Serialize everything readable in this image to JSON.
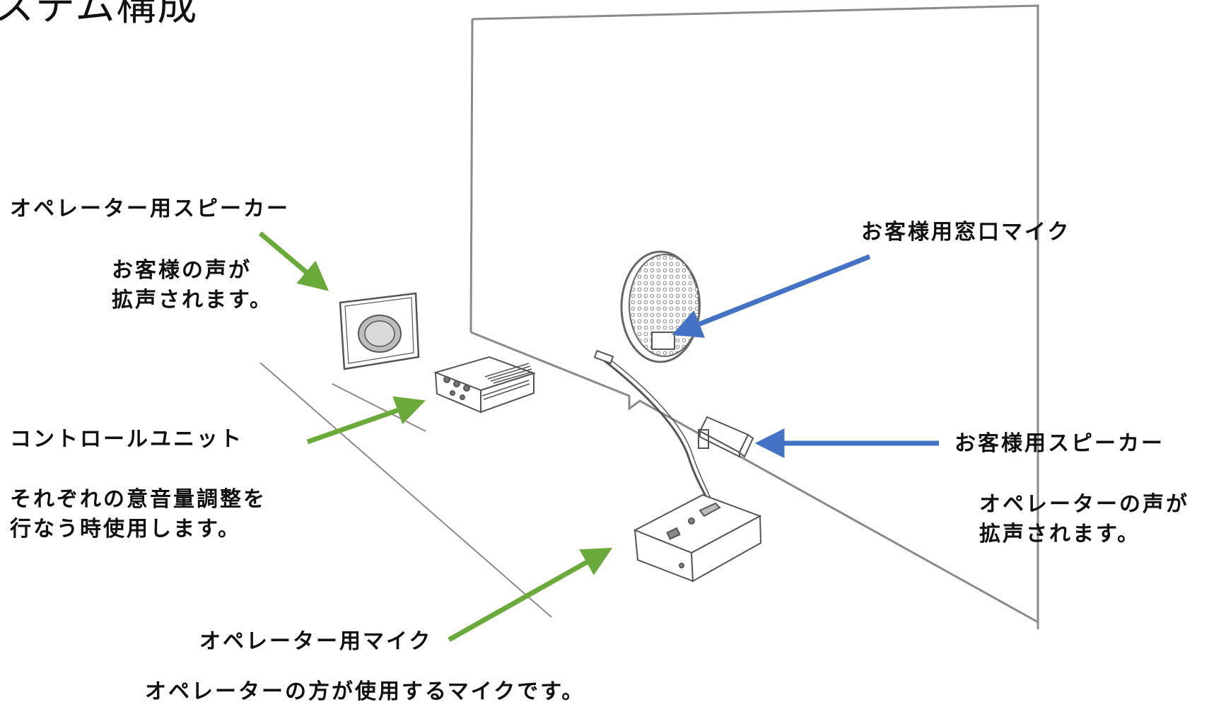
{
  "title": "ステム構成",
  "colors": {
    "operator_arrow": "#6aaa3a",
    "customer_arrow": "#4472c4",
    "line": "#8a8a8a",
    "text": "#111111"
  },
  "labels": {
    "operator_speaker": {
      "name": "オペレーター用スピーカー",
      "desc": [
        "お客様の声が",
        "拡声されます。"
      ]
    },
    "control_unit": {
      "name": "コントロールユニット",
      "desc": [
        "それぞれの意音量調整を",
        "行なう時使用します。"
      ]
    },
    "operator_mic": {
      "name": "オペレーター用マイク",
      "desc": [
        "オペレーターの方が使用するマイクです。"
      ]
    },
    "customer_window_mic": {
      "name": "お客様用窓口マイク"
    },
    "customer_speaker": {
      "name": "お客様用スピーカー",
      "desc": [
        "オペレーターの声が",
        "拡声されます。"
      ]
    }
  }
}
